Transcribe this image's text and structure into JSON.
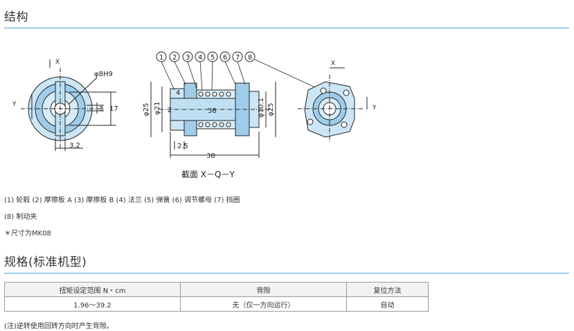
{
  "section1": {
    "title": "结构"
  },
  "diagram": {
    "caption": "截面 X－Q－Y",
    "numbers": [
      "1",
      "2",
      "3",
      "4",
      "5",
      "6",
      "7",
      "8"
    ],
    "dims": {
      "bore": "φ8H9",
      "x": "X",
      "y": "Y",
      "d3": "3",
      "d17": "17",
      "d32": "3.2",
      "d25a": "φ25",
      "d21": "φ21",
      "d4": "4",
      "d2": "2",
      "d36": "36",
      "d101": "φ10.1",
      "d25b": "φ25",
      "d25c": "2.5",
      "d38": "38"
    }
  },
  "parts": {
    "line1": "(1) 轮毂  (2) 摩擦板 A  (3) 摩擦板 B  (4) 法兰  (5) 弹簧  (6) 调节螺母  (7) 挡圈",
    "line2": "(8) 制动夹",
    "note": "＊尺寸为MK08"
  },
  "section2": {
    "title": "规格(标准机型)"
  },
  "spec_table": {
    "headers": [
      "扭矩设定范围 N・cm",
      "背隙",
      "复位方法"
    ],
    "rows": [
      [
        "1.96～39.2",
        "无（仅一方向运行）",
        "自动"
      ]
    ]
  },
  "footnote": "(注)逆转使用回转方向时产生背隙。"
}
